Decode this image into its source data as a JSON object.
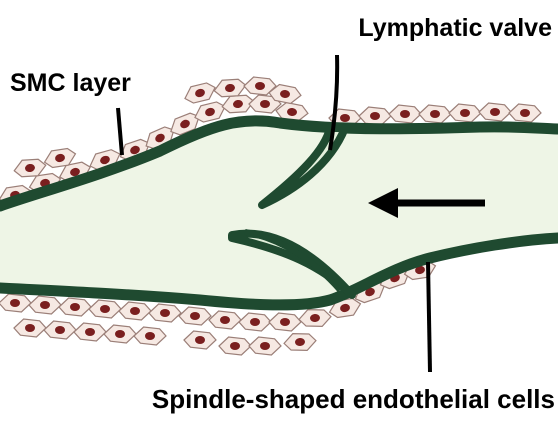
{
  "labels": {
    "smc_layer": "SMC layer",
    "lymphatic_valve": "Lymphatic valve",
    "endothelial_cells": "Spindle-shaped endothelial cells"
  },
  "colors": {
    "lumen": "#eef5e6",
    "endothelium": "#1f4a30",
    "smc_fill": "#f6e9e3",
    "smc_stroke": "#9b7f78",
    "nucleus": "#7a1f1f",
    "text": "#000000",
    "arrow": "#000000"
  },
  "icons": {
    "flow_arrow": "left-arrow-icon"
  }
}
